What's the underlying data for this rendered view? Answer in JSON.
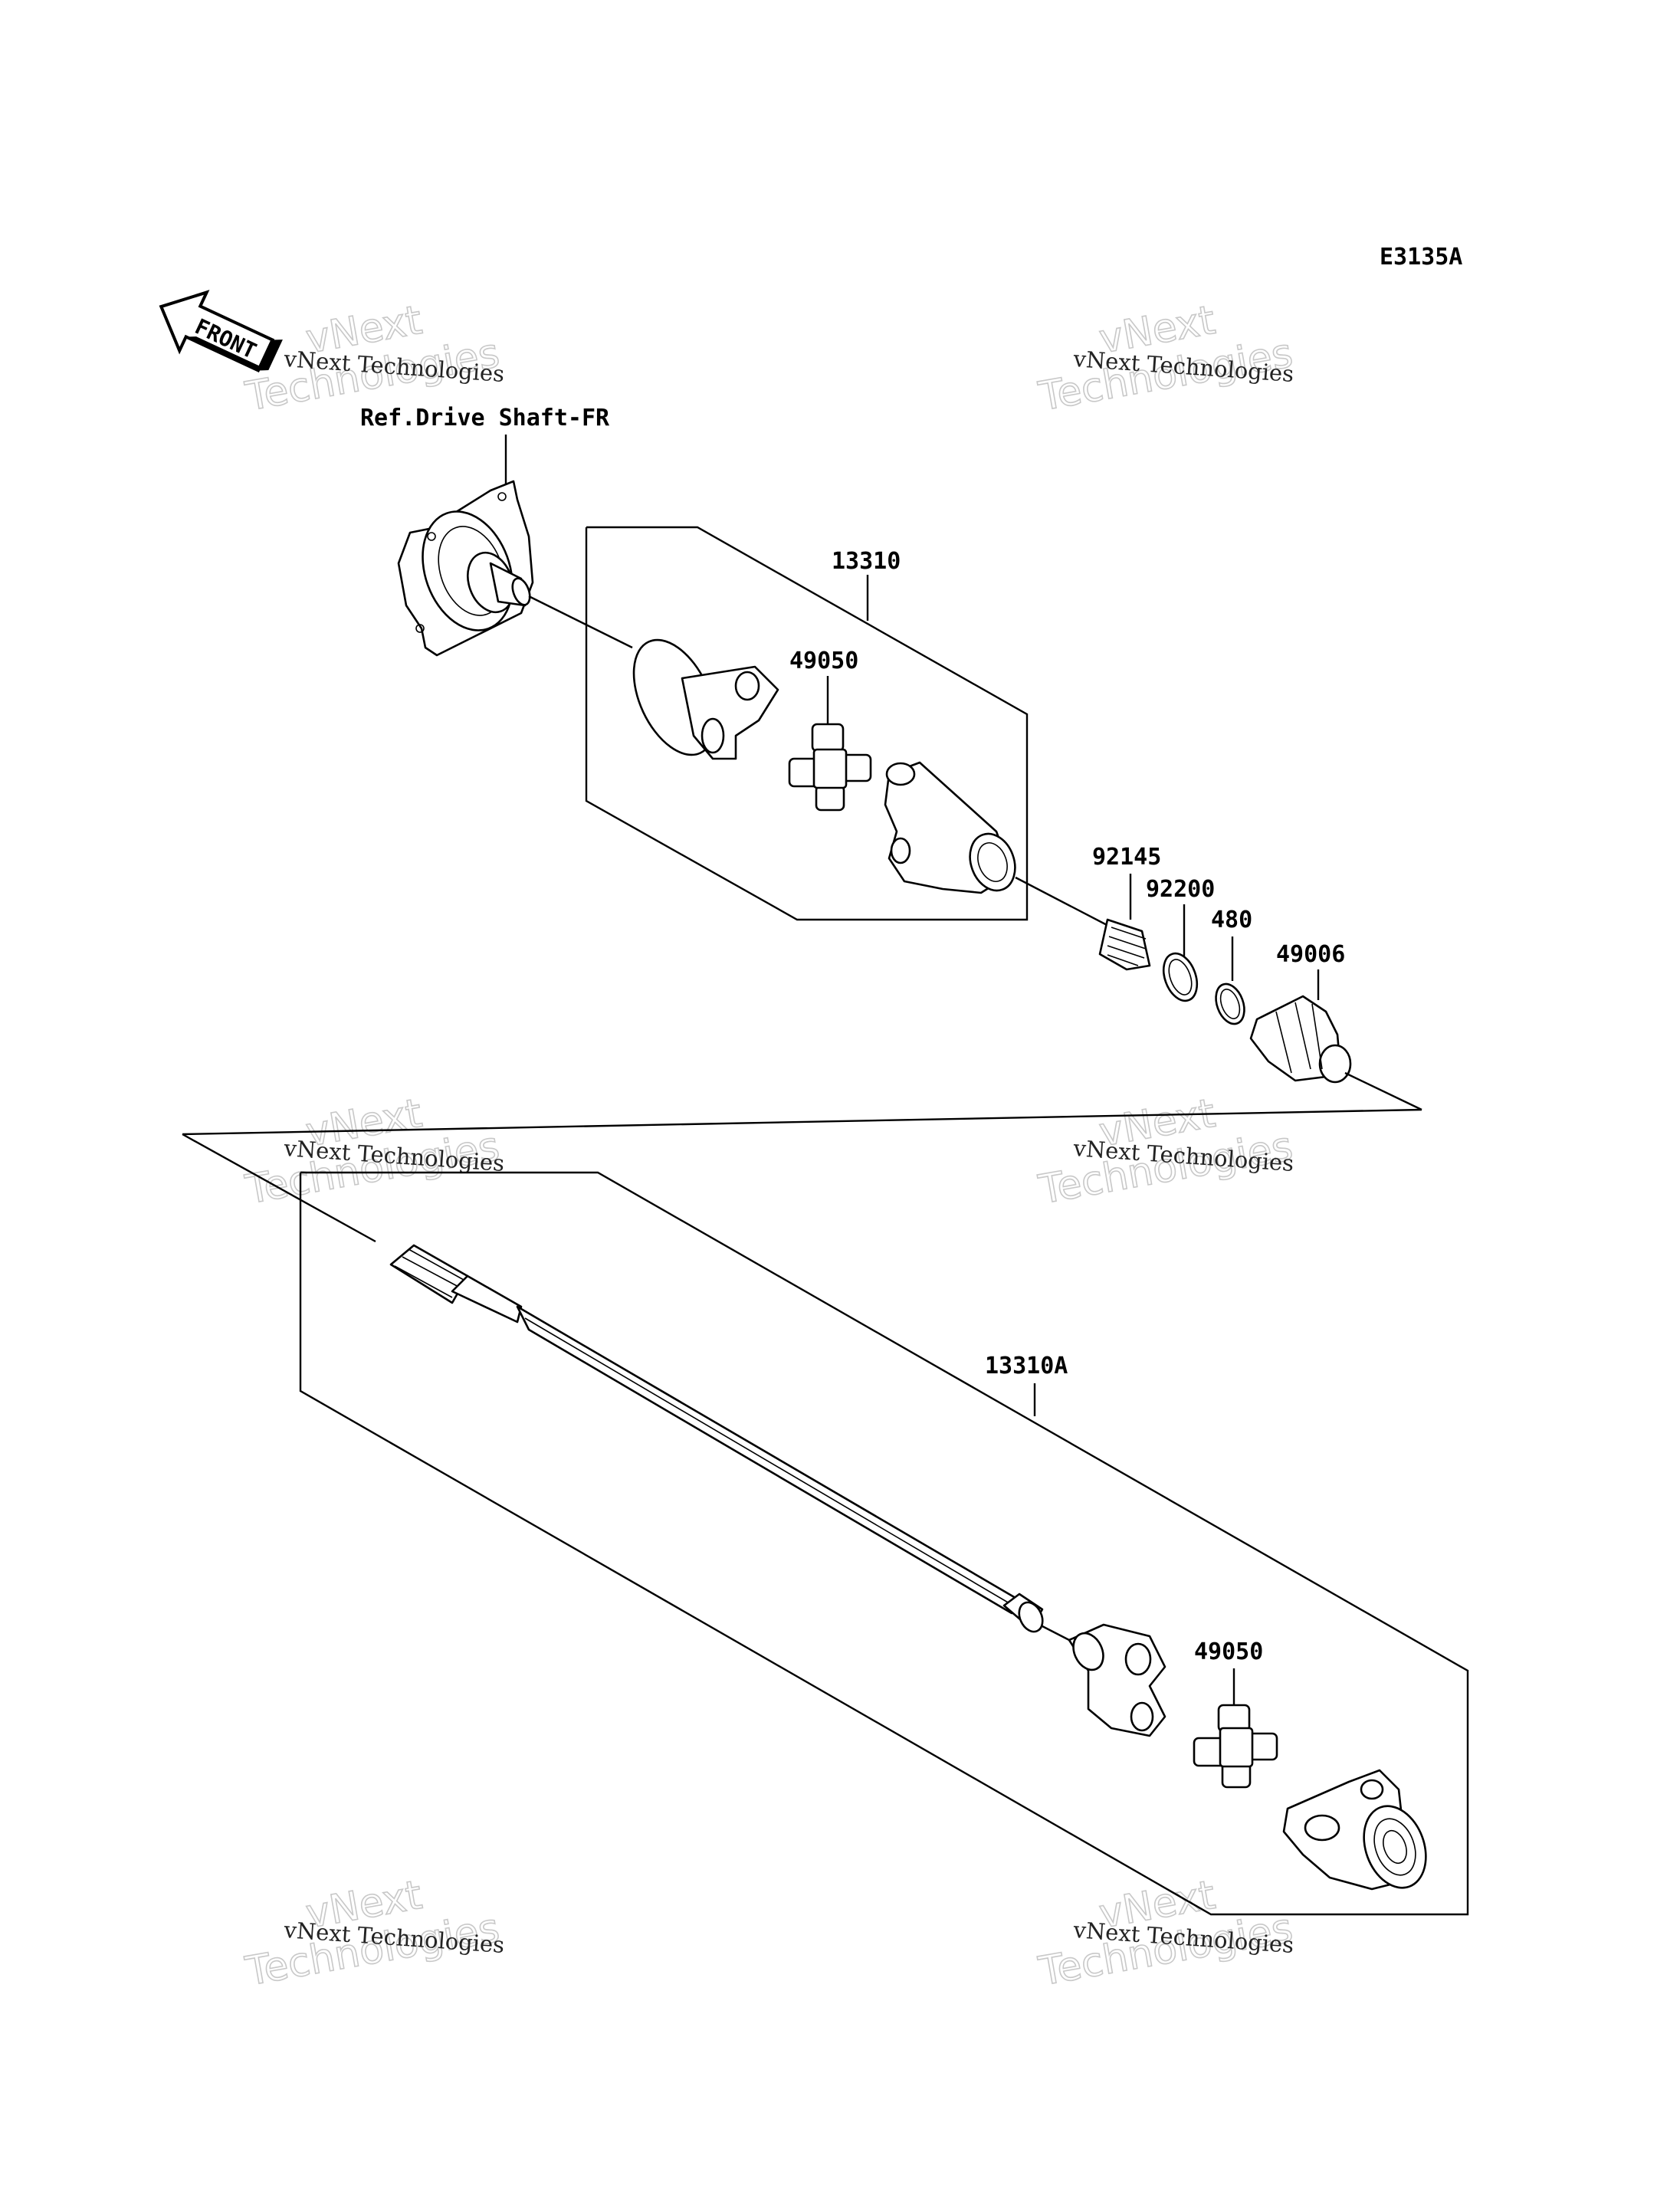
{
  "diagram": {
    "code": "E3135A",
    "front_label": "FRONT",
    "ref_label": "Ref.Drive Shaft-FR",
    "parts": {
      "p13310": "13310",
      "p49050_top": "49050",
      "p92145": "92145",
      "p92200": "92200",
      "p480": "480",
      "p49006": "49006",
      "p13310A": "13310A",
      "p49050_bottom": "49050"
    }
  },
  "watermark": {
    "small": "vNext Technologies",
    "large_line1": "vNext",
    "large_line2": "Technologies"
  }
}
